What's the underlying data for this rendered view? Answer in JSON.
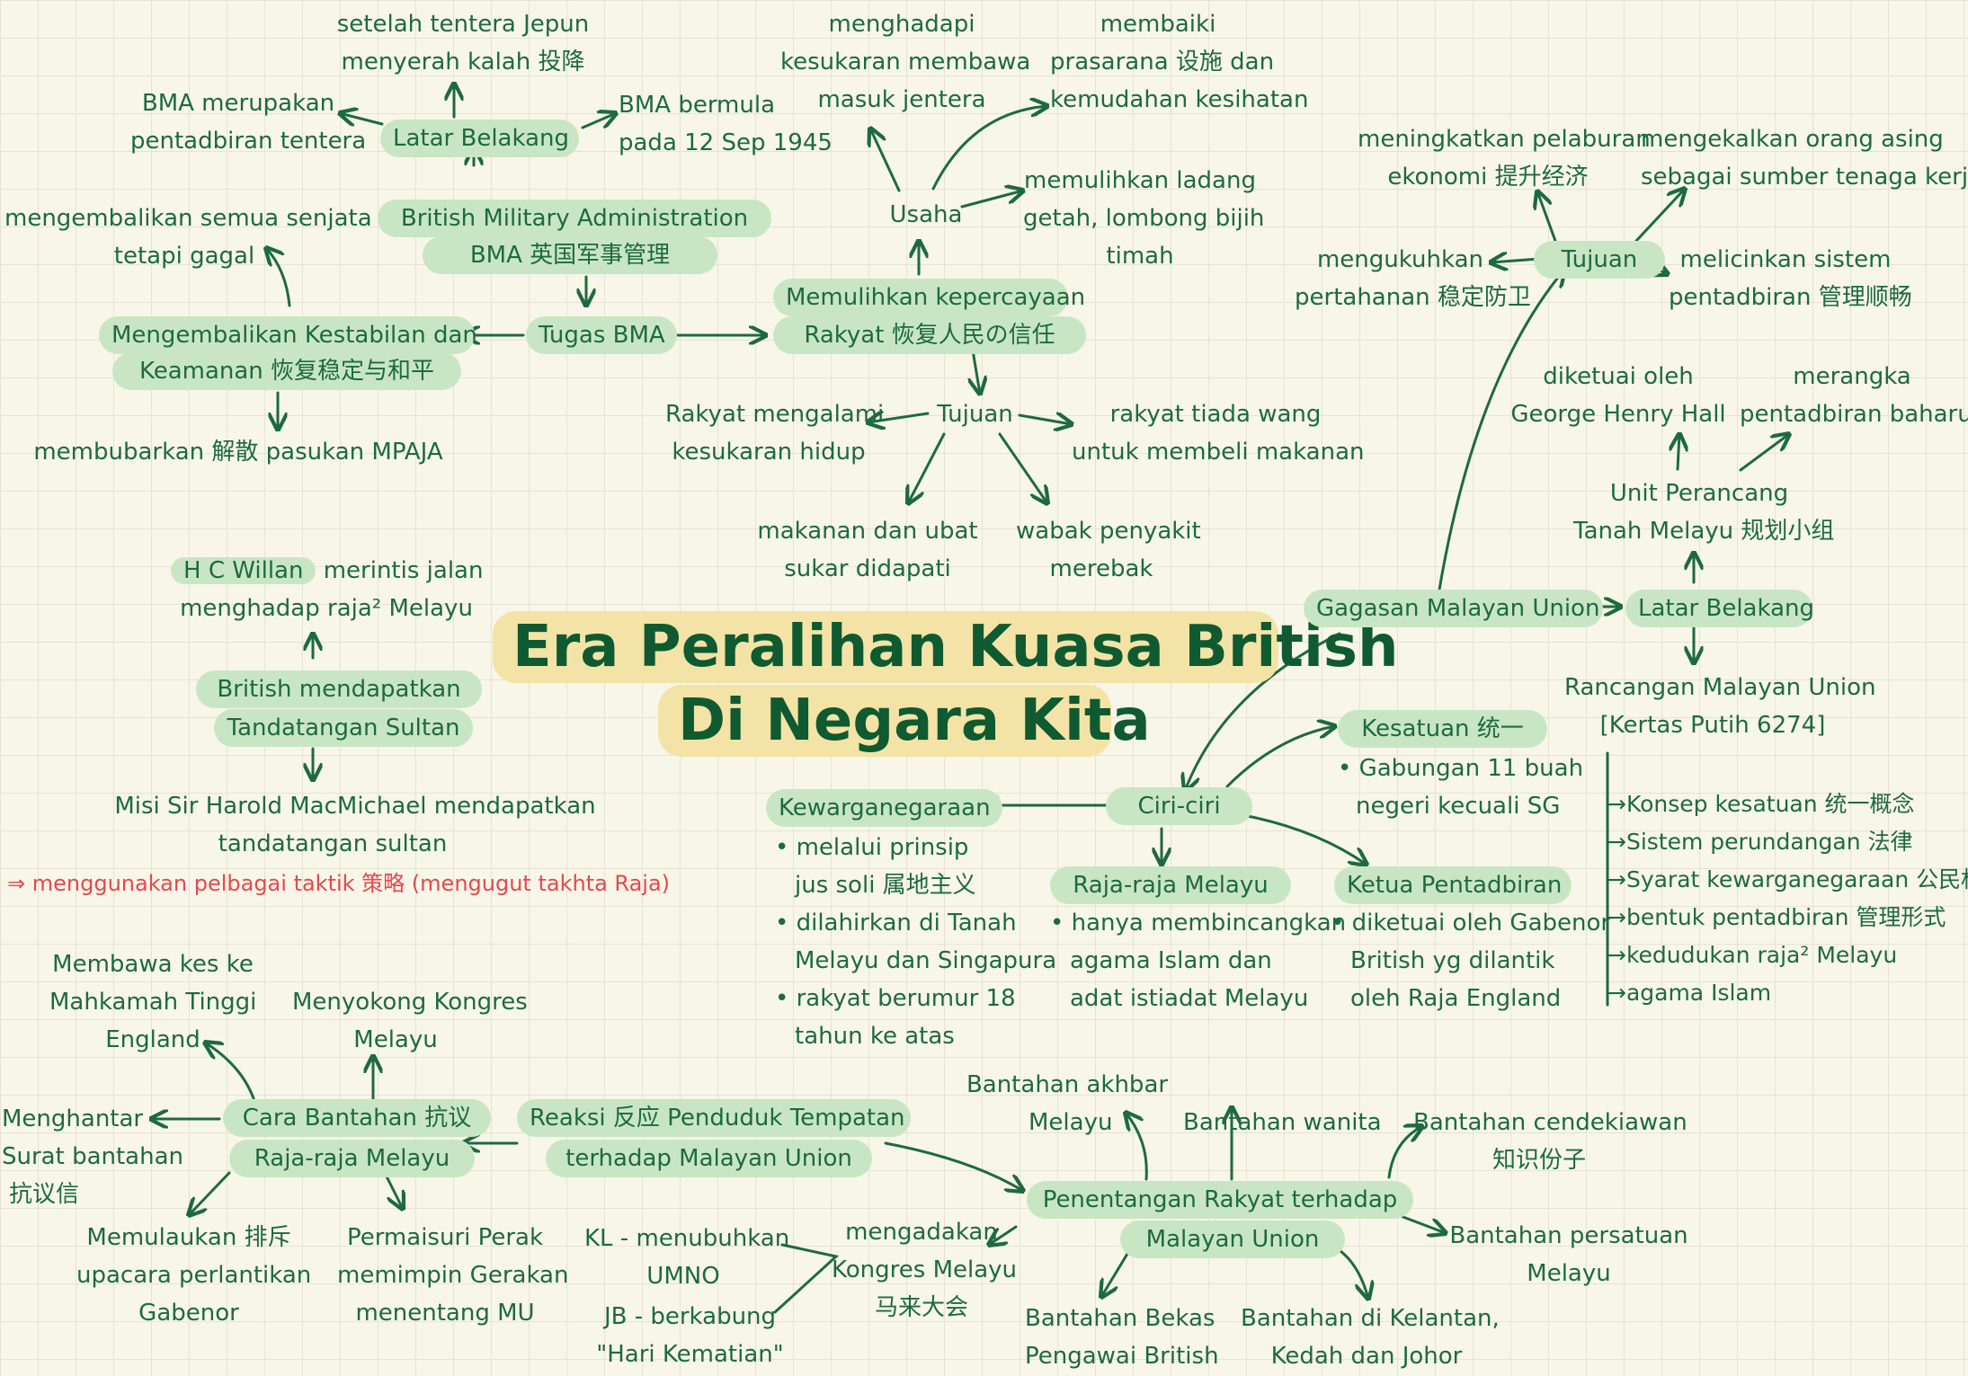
{
  "title": {
    "line1": "Era Peralihan Kuasa British",
    "line2": "Di Negara Kita"
  },
  "bma": {
    "name_line1": "British Military Administration",
    "name_line2": "BMA 英国军事管理",
    "latar_belakang": {
      "label": "Latar Belakang",
      "jepun_line1": "setelah tentera Jepun",
      "jepun_line2": "menyerah kalah 投降",
      "tentera_line1": "BMA merupakan",
      "tentera_line2": "pentadbiran tentera",
      "bermula_line1": "BMA bermula",
      "bermula_line2": "pada 12 Sep 1945"
    },
    "tugas": {
      "label": "Tugas BMA",
      "kestabilan_line1": "Mengembalikan Kestabilan dan",
      "kestabilan_line2": "Keamanan 恢复稳定与和平",
      "senjata_line1": "mengembalikan semua senjata",
      "senjata_line2": "tetapi gagal",
      "mpaja": "membubarkan 解散 pasukan MPAJA",
      "kepercayaan_line1": "Memulihkan kepercayaan",
      "kepercayaan_line2": "Rakyat 恢复人民の信任"
    },
    "usaha": {
      "label": "Usaha",
      "kesukaran_line1": "menghadapi",
      "kesukaran_line2": "kesukaran membawa",
      "kesukaran_line3": "masuk jentera",
      "prasarana_line1": "membaiki",
      "prasarana_line2": "prasarana 设施 dan",
      "prasarana_line3": "kemudahan kesihatan",
      "ladang_line1": "memulihkan ladang",
      "ladang_line2": "getah, lombong bijih",
      "ladang_line3": "timah"
    },
    "tujuan": {
      "label": "Tujuan",
      "hidup_line1": "Rakyat mengalami",
      "hidup_line2": "kesukaran hidup",
      "wang_line1": "rakyat tiada wang",
      "wang_line2": "untuk membeli makanan",
      "ubat_line1": "makanan dan ubat",
      "ubat_line2": "sukar didapati",
      "wabak_line1": "wabak penyakit",
      "wabak_line2": "merebak"
    }
  },
  "tandatangan": {
    "willan_hl": "H C Willan",
    "willan_rest": "merintis jalan",
    "willan_line2": "menghadap raja² Melayu",
    "box_line1": "British mendapatkan",
    "box_line2": "Tandatangan Sultan",
    "misi_line1": "Misi Sir Harold MacMichael mendapatkan",
    "misi_line2": "tandatangan sultan",
    "taktik": "⇒ menggunakan pelbagai taktik 策略 (mengugut takhta Raja)"
  },
  "malayan_union": {
    "gagasan": "Gagasan Malayan Union",
    "latar": "Latar Belakang",
    "unit_line1": "Unit Perancang",
    "unit_line2": "Tanah Melayu 规划小组",
    "ketua_line1": "diketuai oleh",
    "ketua_line2": "George Henry Hall",
    "merangka_line1": "merangka",
    "merangka_line2": "pentadbiran baharu",
    "rancangan_line1": "Rancangan Malayan Union",
    "rancangan_line2": "[Kertas Putih 6274]",
    "rancangan_items": [
      "→Konsep kesatuan 统一概念",
      "→Sistem perundangan 法律",
      "→Syarat kewarganegaraan 公民权",
      "→bentuk pentadbiran 管理形式",
      "→kedudukan raja² Melayu",
      "→agama Islam"
    ],
    "tujuan": {
      "label": "Tujuan",
      "pelaburan_line1": "meningkatkan pelaburan",
      "pelaburan_line2": "ekonomi 提升经济",
      "buruh_line1": "mengekalkan orang asing",
      "buruh_line2": "sebagai sumber tenaga kerja",
      "pertahanan_line1": "mengukuhkan",
      "pertahanan_line2": "pertahanan 稳定防卫",
      "sistem_line1": "melicinkan sistem",
      "sistem_line2": "pentadbiran 管理顺畅"
    },
    "ciri": {
      "label": "Ciri-ciri",
      "kesatuan": "Kesatuan 统一",
      "kesatuan_line1": "• Gabungan 11 buah",
      "kesatuan_line2": "negeri kecuali SG",
      "warga": "Kewarganegaraan",
      "warga_items": [
        "• melalui prinsip",
        "jus soli 属地主义",
        "• dilahirkan di Tanah",
        "Melayu dan Singapura",
        "• rakyat berumur 18",
        "tahun ke atas"
      ],
      "raja": "Raja-raja Melayu",
      "raja_items": [
        "• hanya membincangkan",
        "agama Islam dan",
        "adat istiadat Melayu"
      ],
      "ketua": "Ketua Pentadbiran",
      "ketua_items": [
        "• diketuai oleh Gabenor",
        "British yg dilantik",
        "oleh Raja England"
      ]
    }
  },
  "reaksi": {
    "box_line1": "Reaksi 反应 Penduduk Tempatan",
    "box_line2": "terhadap Malayan Union",
    "cara_line1": "Cara Bantahan 抗议",
    "cara_line2": "Raja-raja Melayu",
    "mahkamah_line1": "Membawa kes ke",
    "mahkamah_line2": "Mahkamah Tinggi",
    "mahkamah_line3": "England",
    "kongres_line1": "Menyokong Kongres",
    "kongres_line2": "Melayu",
    "surat_line1": "Menghantar",
    "surat_line2": "Surat bantahan",
    "surat_line3": "抗议信",
    "pulau_line1": "Memulaukan 排斥",
    "pulau_line2": "upacara perlantikan",
    "pulau_line3": "Gabenor",
    "permaisuri_line1": "Permaisuri Perak",
    "permaisuri_line2": "memimpin Gerakan",
    "permaisuri_line3": "menentang MU",
    "penentangan_line1": "Penentangan Rakyat terhadap",
    "penentangan_line2": "Malayan Union",
    "akhbar_line1": "Bantahan akhbar",
    "akhbar_line2": "Melayu",
    "wanita": "Bantahan wanita",
    "cendekiawan_line1": "Bantahan cendekiawan",
    "cendekiawan_line2": "知识份子",
    "persatuan_line1": "Bantahan persatuan",
    "persatuan_line2": "Melayu",
    "bekas_line1": "Bantahan Bekas",
    "bekas_line2": "Pengawai British",
    "negeri_line1": "Bantahan di Kelantan,",
    "negeri_line2": "Kedah dan Johor",
    "mengadakan_line1": "mengadakan",
    "mengadakan_line2": "Kongres Melayu",
    "mengadakan_line3": "马来大会",
    "umno_line1": "KL - menubuhkan",
    "umno_line2": "UMNO",
    "jb_line1": "JB - berkabung",
    "jb_line2": "\"Hari Kematian\""
  }
}
